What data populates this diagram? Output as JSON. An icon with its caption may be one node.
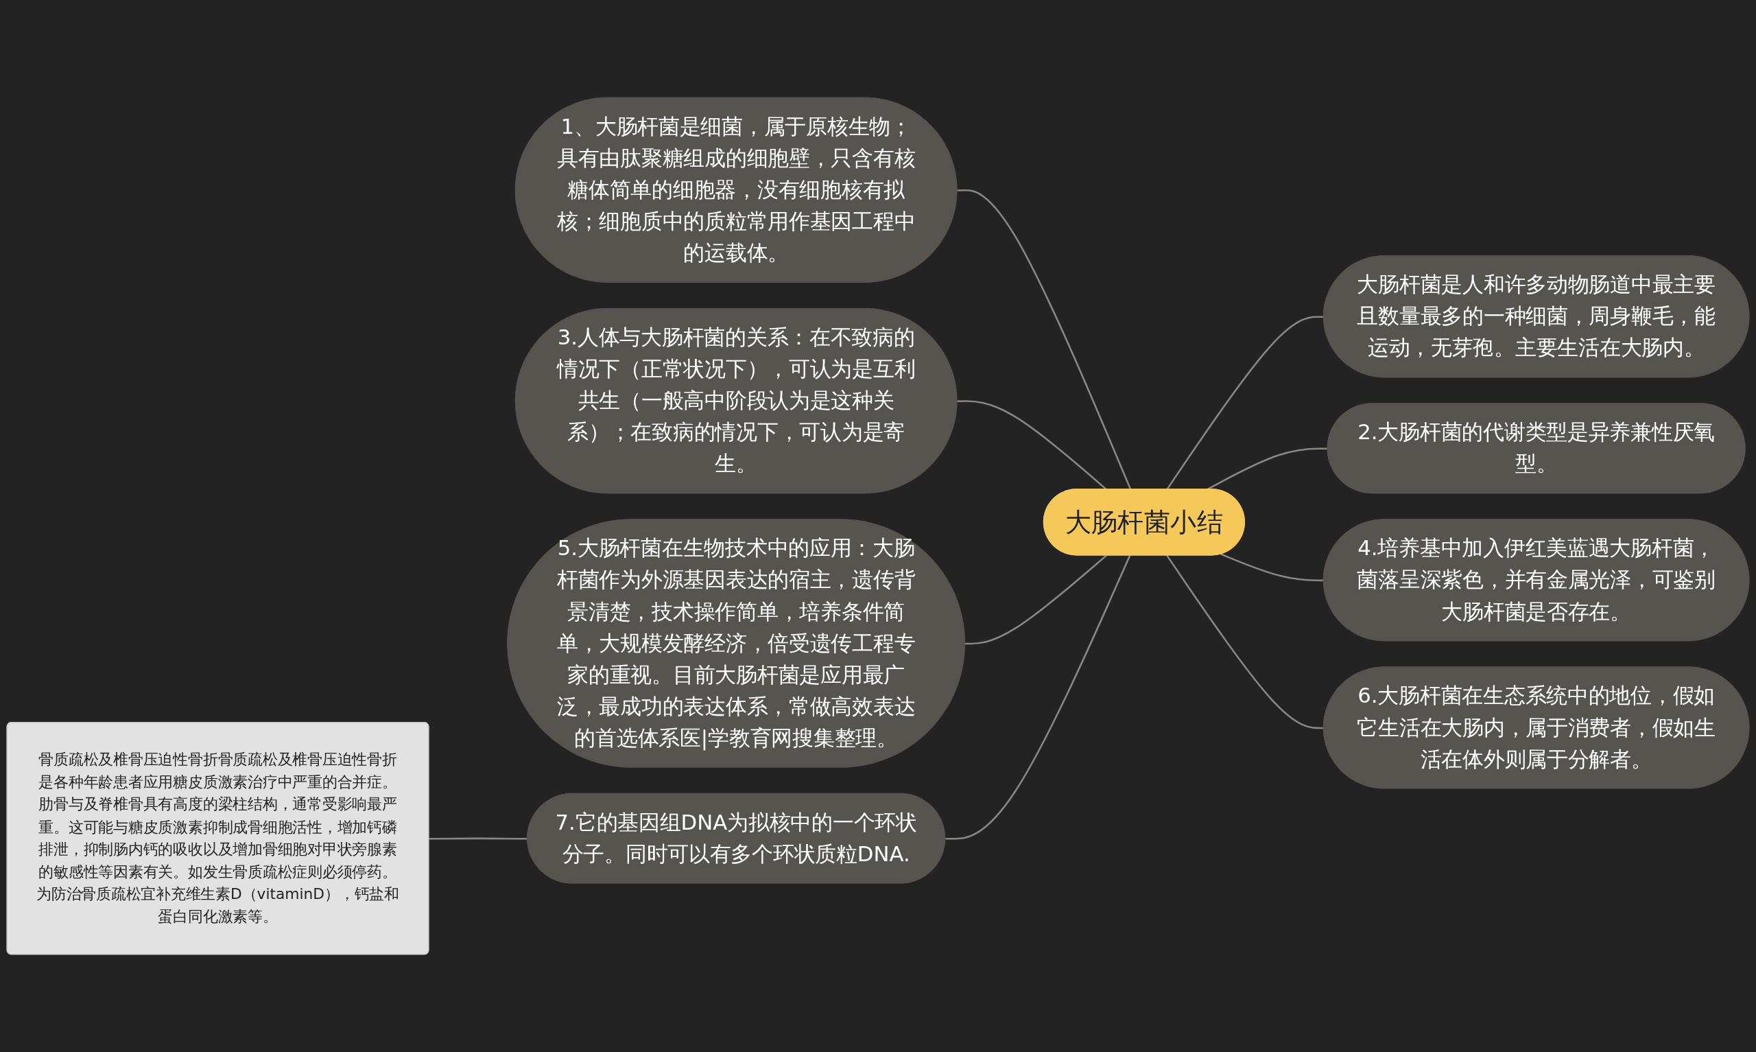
{
  "diagram": {
    "nodes": [
      {
        "text": [
          "大肠杆菌小结"
        ]
      },
      {
        "text": [
          "1、大肠杆菌是细菌，属于原核生物；具有由肽聚糖组成的细胞壁，只含有核糖体简单的细胞器，没有细胞核有拟核；细胞质中的质粒常用作基因工程中的运载体。"
        ]
      },
      {
        "text": [
          "3.人体与大肠杆菌的关系：在不致病的情况下（正常状况下），可认为是互利共生（一般高中阶段认为是这种关系）；在致病的情况下，可认为是寄生。"
        ]
      },
      {
        "text": [
          "5.大肠杆菌在生物技术中的应用：大肠杆菌作为外源基因表达的宿主，遗传背景清楚，技术操作简单，培养条件简单，大规模发酵经济，倍受遗传工程专家的重视。目前大肠杆菌是应用最广泛，最成功的表达体系，常做高效表达的首选体系医|学教育网搜集整理。"
        ]
      },
      {
        "text": [
          "7.它的基因组DNA为拟核中的一个环状分子。同时可以有多个环状质粒DNA."
        ]
      },
      {
        "text": [
          "骨质疏松及椎骨压迫性骨折骨质疏松及椎骨压迫性骨折是各种年龄患者应用糖皮质激素治疗中严重的合并症。肋骨与及脊椎骨具有高度的梁柱结构，通常受影响最严重。这可能与糖皮质激素抑制成骨细胞活性，增加钙磷排泄，抑制肠内钙的吸收以及增加骨细胞对甲状旁腺素的敏感性等因素有关。如发生骨质疏松症则必须停药。为防治骨质疏松宜补充维生素D（vitaminD），钙盐和蛋白同化激素等。"
        ]
      },
      {
        "text": [
          "大肠杆菌是人和许多动物肠道中最主要且数量最多的一种细菌，周身鞭毛，能运动，无芽孢。主要生活在大肠内。"
        ]
      },
      {
        "text": [
          "2.大肠杆菌的代谢类型是异养兼性厌氧型。"
        ]
      },
      {
        "text": [
          "4.培养基中加入伊红美蓝遇大肠杆菌，菌落呈深紫色，并有金属光泽，可鉴别大肠杆菌是否存在。"
        ]
      },
      {
        "text": [
          "6.大肠杆菌在生态系统中的地位，假如它生活在大肠内，属于消费者，假如生活在体外则属于分解者。"
        ]
      }
    ],
    "edges": [
      {
        "from": 0,
        "to": 1,
        "arrow": "none"
      },
      {
        "from": 0,
        "to": 2,
        "arrow": "none"
      },
      {
        "from": 0,
        "to": 3,
        "arrow": "none"
      },
      {
        "from": 0,
        "to": 4,
        "arrow": "none"
      },
      {
        "from": 4,
        "to": 5,
        "arrow": "none"
      },
      {
        "from": 0,
        "to": 6,
        "arrow": "none"
      },
      {
        "from": 0,
        "to": 7,
        "arrow": "none"
      },
      {
        "from": 0,
        "to": 8,
        "arrow": "none"
      },
      {
        "from": 0,
        "to": 9,
        "arrow": "none"
      }
    ]
  }
}
